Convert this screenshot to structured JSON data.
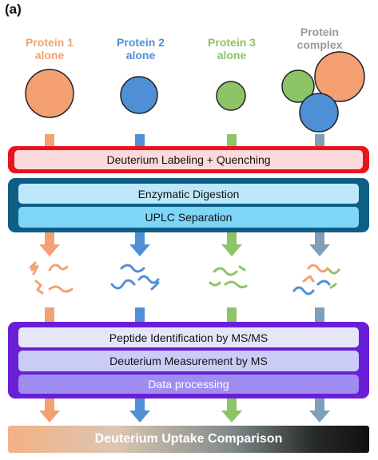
{
  "panel_label": "(a)",
  "columns": [
    {
      "label": "Protein 1\nalone",
      "color": "#f4a073"
    },
    {
      "label": "Protein 2\nalone",
      "color": "#4f8fd6"
    },
    {
      "label": "Protein 3\nalone",
      "color": "#8cc466"
    },
    {
      "label": "Protein\ncomplex",
      "color": "#9a9a9a"
    }
  ],
  "step_labeling": {
    "label": "Deuterium Labeling + Quenching",
    "frame_color": "#e8141f",
    "fill": "#fcdadb"
  },
  "step_digestion": {
    "labels": [
      "Enzymatic Digestion",
      "UPLC Separation"
    ],
    "frame_color": "#0e5f86"
  },
  "step_ms": {
    "labels": [
      "Peptide Identification by MS/MS",
      "Deuterium Measurement by MS",
      "Data processing"
    ],
    "frame_color": "#6a1fd6"
  },
  "result": {
    "label": "Deuterium Uptake Comparison"
  },
  "colors": {
    "orange": "#f4a073",
    "blue": "#4f8fd6",
    "green": "#8cc466"
  }
}
